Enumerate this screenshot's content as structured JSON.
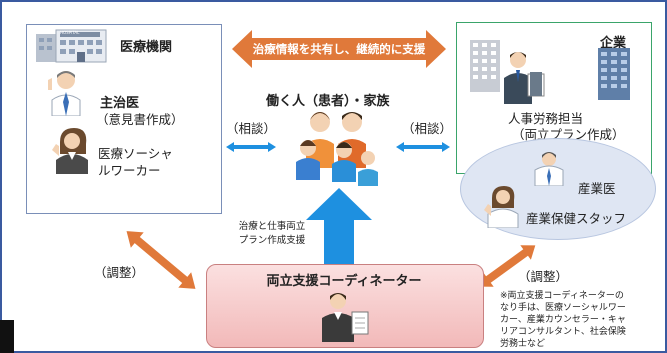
{
  "medical": {
    "title": "医療機関",
    "doctor": "主治医",
    "doctor_sub": "（意見書作成）",
    "msw_line1": "医療ソーシャ",
    "msw_line2": "ルワーカー",
    "hospital_sign": "HOSPITAL"
  },
  "top_arrow": {
    "label": "治療情報を共有し、継続的に支援"
  },
  "center": {
    "title": "働く人（患者）・家族"
  },
  "consult_left": "（相談）",
  "consult_right": "（相談）",
  "support_label_line1": "治療と仕事両立",
  "support_label_line2": "プラン作成支援",
  "company": {
    "title": "企業",
    "hr_line1": "人事労務担当",
    "hr_line2": "（両立プラン作成）"
  },
  "occupational": {
    "doctor": "産業医",
    "staff": "産業保健スタッフ"
  },
  "coordinator": {
    "title": "両立支援コーディネーター"
  },
  "adjust_left": "（調整）",
  "adjust_right": "（調整）",
  "note": {
    "line1": "※両立支援コーディネーターの",
    "line2": "なり手は、医療ソーシャルワー",
    "line3": "カー、産業カウンセラー・キャ",
    "line4": "リアコンサルタント、社会保険",
    "line5": "労務士など"
  },
  "colors": {
    "arrow_orange": "#e0793a",
    "arrow_blue": "#1e90e0",
    "frame_blue": "#3a5aa0",
    "company_green": "#3aa46a"
  }
}
